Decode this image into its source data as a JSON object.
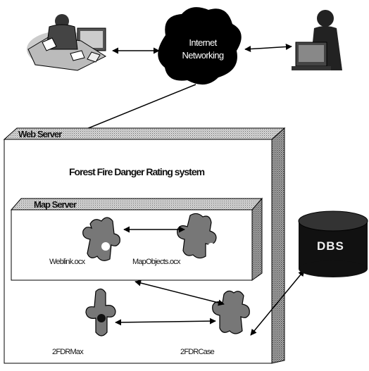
{
  "internet": {
    "line1": "Internet",
    "line2": "Networking"
  },
  "web_server": {
    "label": "Web Server"
  },
  "system": {
    "title": "Forest Fire Danger Rating system"
  },
  "map_server": {
    "label": "Map Server"
  },
  "components": {
    "weblink": "Weblink.ocx",
    "mapobjects": "MapObjects.ocx",
    "ffdrmax": "2FDRMax",
    "ffdrcase": "2FDRCase"
  },
  "database": {
    "label": "DBS"
  },
  "icons": {
    "office": "office-worker-icon",
    "user": "remote-user-icon",
    "cloud": "internet-cloud-icon",
    "db": "database-cylinder-icon",
    "component": "puzzle-component-icon"
  }
}
